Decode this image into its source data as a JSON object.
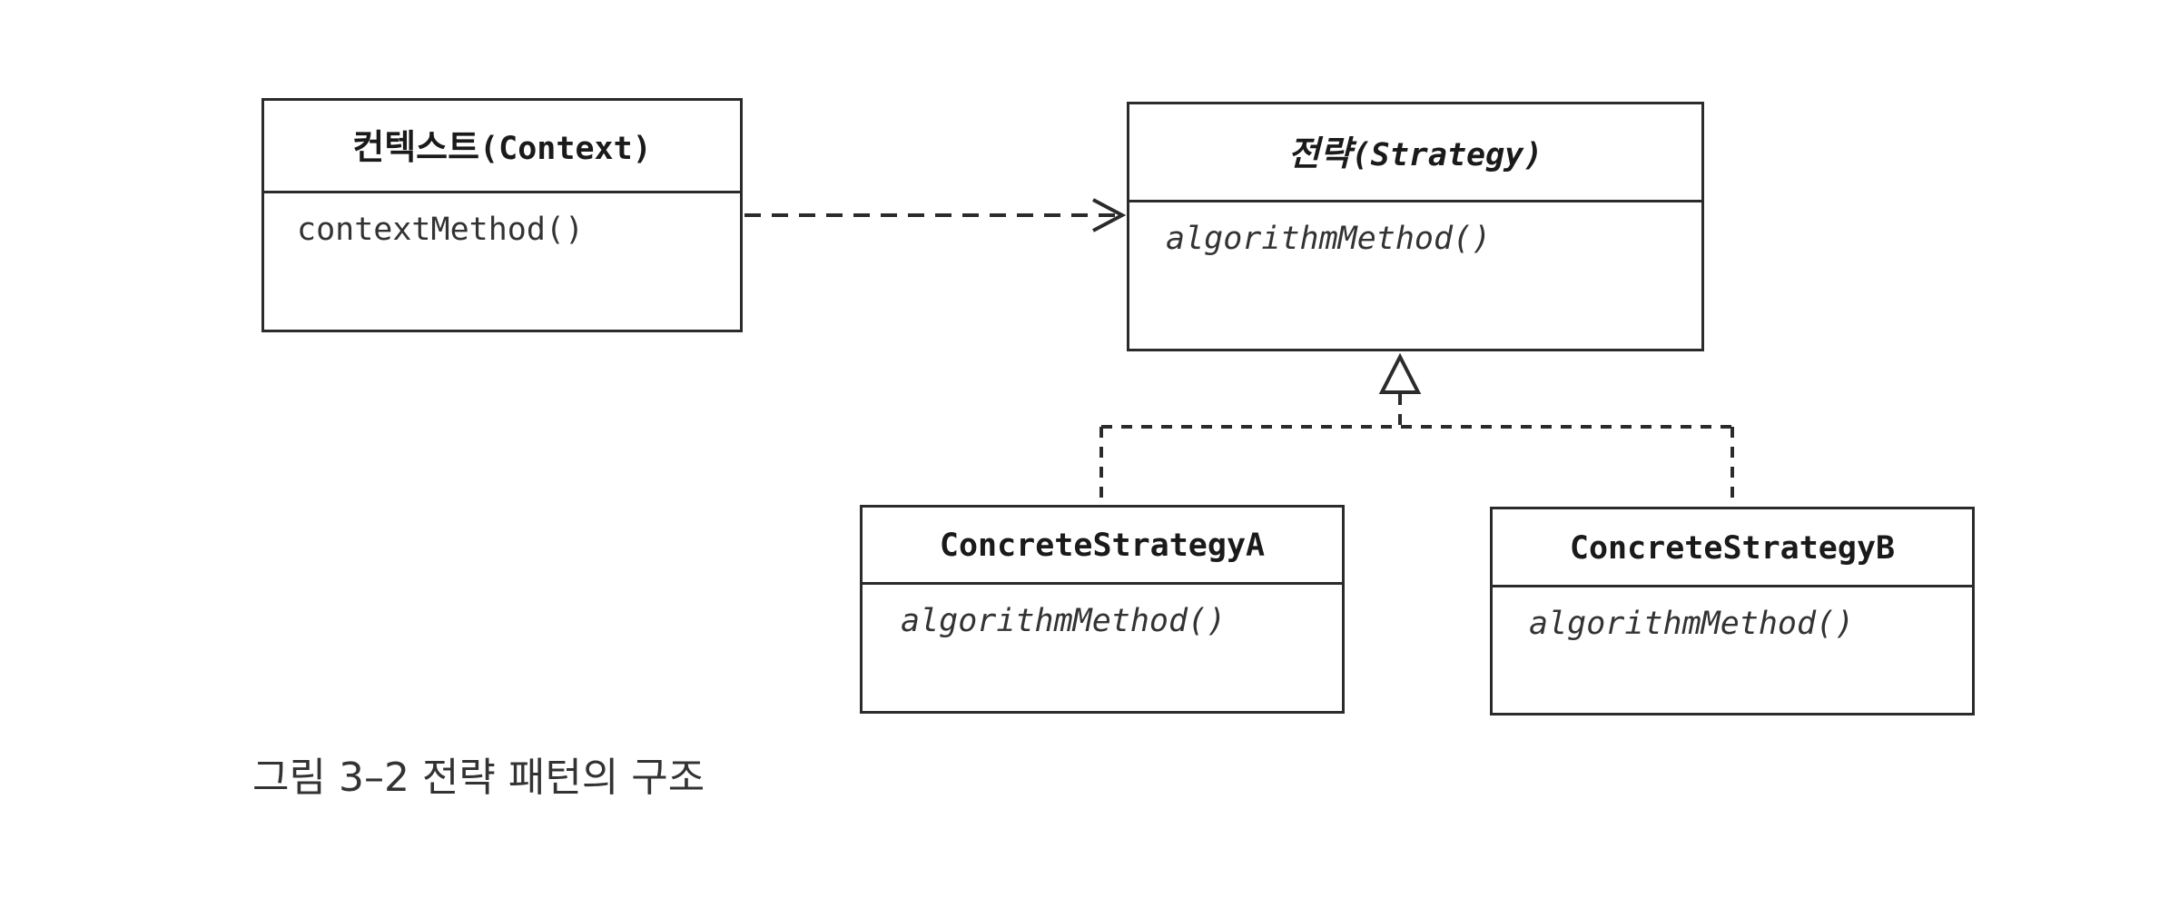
{
  "context": {
    "title_ko": "컨텍스트",
    "title_en": "(Context)",
    "method": "contextMethod()"
  },
  "strategy": {
    "title_ko": "전략",
    "title_en": "(Strategy)",
    "method": "algorithmMethod()"
  },
  "concrete_a": {
    "title": "ConcreteStrategyA",
    "method": "algorithmMethod()"
  },
  "concrete_b": {
    "title": "ConcreteStrategyB",
    "method": "algorithmMethod()"
  },
  "caption": "그림 3–2 전략 패턴의 구조",
  "colors": {
    "line": "#2b2b2b",
    "text": "#1a1a1a",
    "caption": "#333333"
  }
}
